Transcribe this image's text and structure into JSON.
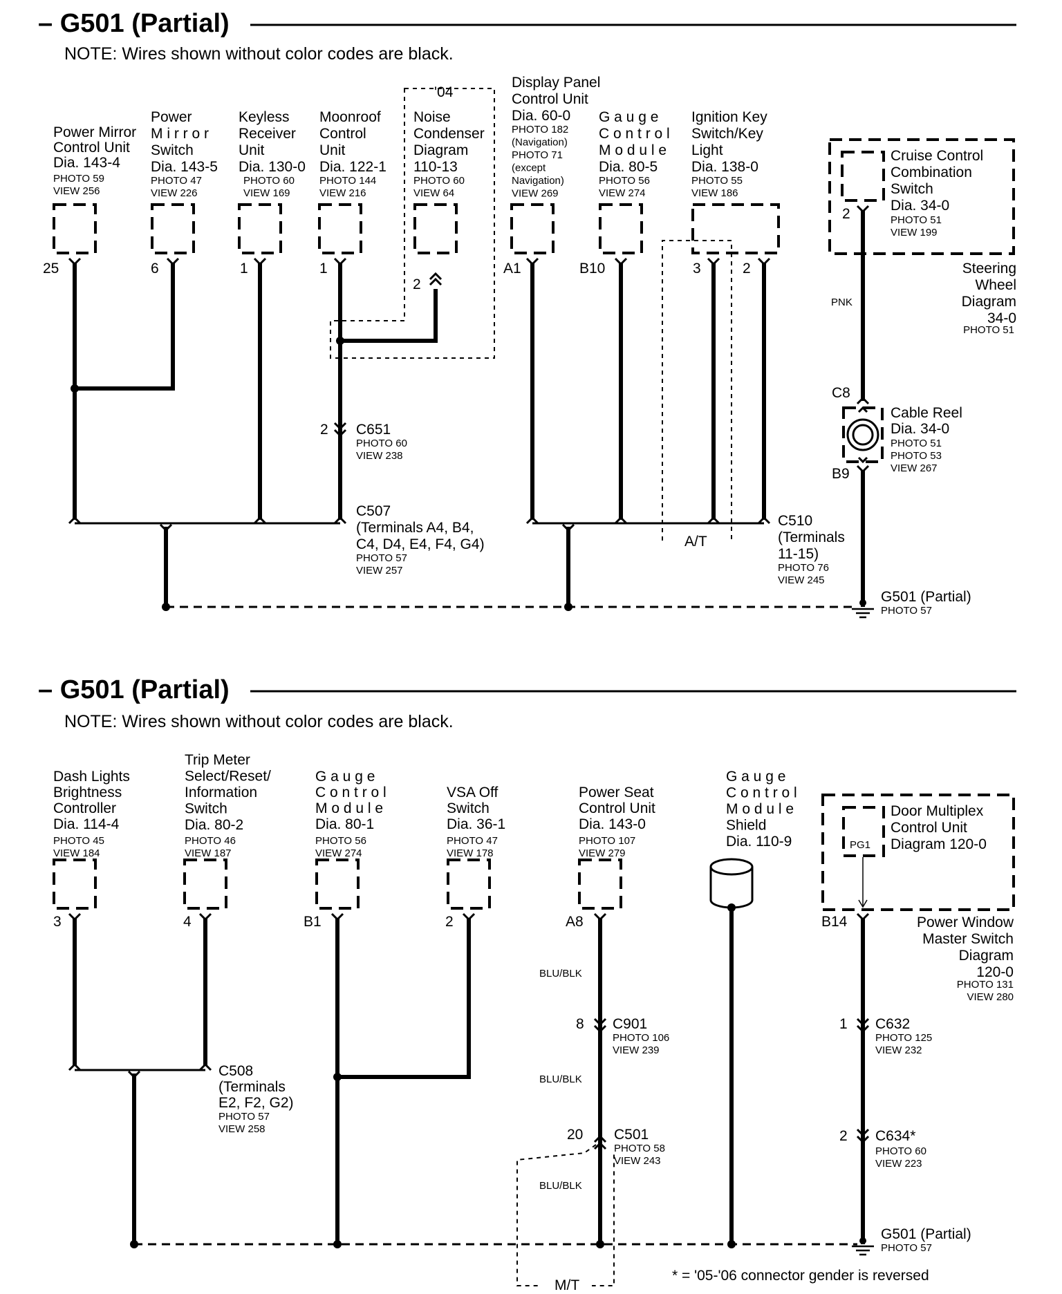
{
  "top": {
    "title": "– G501 (Partial)",
    "note": "NOTE: Wires shown without color codes are black.",
    "comp_pmcu": [
      "Power Mirror",
      "Control Unit",
      "Dia. 143-4"
    ],
    "comp_pmcu_ref": [
      "PHOTO 59",
      "VIEW 256"
    ],
    "comp_pms": [
      "Power",
      "M i r r o r",
      "Switch",
      "Dia. 143-5"
    ],
    "comp_pms_ref": [
      "PHOTO 47",
      "VIEW 226"
    ],
    "comp_kru": [
      "Keyless",
      "Receiver",
      "Unit",
      "Dia. 130-0"
    ],
    "comp_kru_ref": [
      "PHOTO 60",
      "VIEW 169"
    ],
    "comp_mcu": [
      "Moonroof",
      "Control",
      "Unit",
      "Dia. 122-1"
    ],
    "comp_mcu_ref": [
      "PHOTO 144",
      "VIEW 216"
    ],
    "year04": "'04",
    "comp_ncd": [
      "Noise",
      "Condenser",
      "Diagram",
      "110-13"
    ],
    "comp_ncd_ref": [
      "PHOTO 60",
      "VIEW 64"
    ],
    "comp_dpcu": [
      "Display Panel",
      "Control Unit",
      "Dia. 60-0"
    ],
    "comp_dpcu_ref": [
      "PHOTO 182",
      "(Navigation)",
      "PHOTO 71",
      "(except",
      "Navigation)",
      "VIEW 269"
    ],
    "comp_gcm": [
      "G a u g e",
      "C o n t r o l",
      "M o d u l e",
      "Dia. 80-5"
    ],
    "comp_gcm_ref": [
      "PHOTO 56",
      "VIEW 274"
    ],
    "comp_iks": [
      "Ignition Key",
      "Switch/Key",
      "Light",
      "Dia. 138-0"
    ],
    "comp_iks_ref": [
      "PHOTO 55",
      "VIEW 186"
    ],
    "comp_ccs": [
      "Cruise Control",
      "Combination",
      "Switch",
      "Dia. 34-0"
    ],
    "comp_ccs_ref": [
      "PHOTO 51",
      "VIEW 199"
    ],
    "steering": [
      "Steering",
      "Wheel",
      "Diagram",
      "34-0"
    ],
    "steering_ref": "PHOTO 51",
    "pins": {
      "p25": "25",
      "p6": "6",
      "p1a": "1",
      "p1b": "1",
      "p2n": "2",
      "pA1": "A1",
      "pB10": "B10",
      "p3": "3",
      "p2i": "2",
      "p2c": "2"
    },
    "wire_pnk": "PNK",
    "c8": "C8",
    "b9": "B9",
    "cable_reel": [
      "Cable Reel",
      "Dia. 34-0"
    ],
    "cable_reel_ref": [
      "PHOTO 51",
      "PHOTO 53",
      "VIEW 267"
    ],
    "c651_pin": "2",
    "c651": "C651",
    "c651_ref": [
      "PHOTO 60",
      "VIEW 238"
    ],
    "c507": [
      "C507",
      "(Terminals A4, B4,",
      "C4, D4, E4, F4, G4)"
    ],
    "c507_ref": [
      "PHOTO 57",
      "VIEW 257"
    ],
    "at": "A/T",
    "c510": [
      "C510",
      "(Terminals",
      "11-15)"
    ],
    "c510_ref": [
      "PHOTO 76",
      "VIEW 245"
    ],
    "g501": "G501 (Partial)",
    "g501_ref": "PHOTO 57"
  },
  "bottom": {
    "title": "– G501 (Partial)",
    "note": "NOTE: Wires shown without color codes are black.",
    "comp_dlbc": [
      "Dash Lights",
      "Brightness",
      "Controller",
      "Dia. 114-4"
    ],
    "comp_dlbc_ref": [
      "PHOTO 45",
      "VIEW 184"
    ],
    "comp_tms": [
      "Trip Meter",
      "Select/Reset/",
      "Information",
      "Switch",
      "Dia. 80-2"
    ],
    "comp_tms_ref": [
      "PHOTO 46",
      "VIEW 187"
    ],
    "comp_gcm": [
      "G a u g e",
      "C o n t r o l",
      "M o d u l e",
      "Dia. 80-1"
    ],
    "comp_gcm_ref": [
      "PHOTO 56",
      "VIEW 274"
    ],
    "comp_vsa": [
      "VSA Off",
      "Switch",
      "Dia. 36-1"
    ],
    "comp_vsa_ref": [
      "PHOTO 47",
      "VIEW 178"
    ],
    "comp_pscu": [
      "Power Seat",
      "Control Unit",
      "Dia. 143-0"
    ],
    "comp_pscu_ref": [
      "PHOTO 107",
      "VIEW 279"
    ],
    "comp_gcms": [
      "G a u g e",
      "C o n t r o l",
      "M o d u l e",
      "Shield",
      "Dia. 110-9"
    ],
    "comp_dmcu": [
      "Door Multiplex",
      "Control Unit",
      "Diagram 120-0"
    ],
    "pg1": "PG1",
    "pwms": [
      "Power Window",
      "Master Switch",
      "Diagram",
      "120-0"
    ],
    "pwms_ref": [
      "PHOTO 131",
      "VIEW 280"
    ],
    "pins": {
      "p3": "3",
      "p4": "4",
      "pB1": "B1",
      "p2": "2",
      "pA8": "A8",
      "pB14": "B14"
    },
    "wire_blublk": "BLU/BLK",
    "c508": [
      "C508",
      "(Terminals",
      "E2, F2, G2)"
    ],
    "c508_ref": [
      "PHOTO 57",
      "VIEW 258"
    ],
    "c901_pin": "8",
    "c901": "C901",
    "c901_ref": [
      "PHOTO 106",
      "VIEW 239"
    ],
    "c501_pin": "20",
    "c501": "C501",
    "c501_ref": [
      "PHOTO 58",
      "VIEW 243"
    ],
    "c632_pin": "1",
    "c632": "C632",
    "c632_ref": [
      "PHOTO 125",
      "VIEW 232"
    ],
    "c634_pin": "2",
    "c634": "C634*",
    "c634_ref": [
      "PHOTO 60",
      "VIEW 223"
    ],
    "mt": "M/T",
    "g501": "G501 (Partial)",
    "g501_ref": "PHOTO 57",
    "footnote": "*   =   '05-'06 connector gender is reversed"
  }
}
